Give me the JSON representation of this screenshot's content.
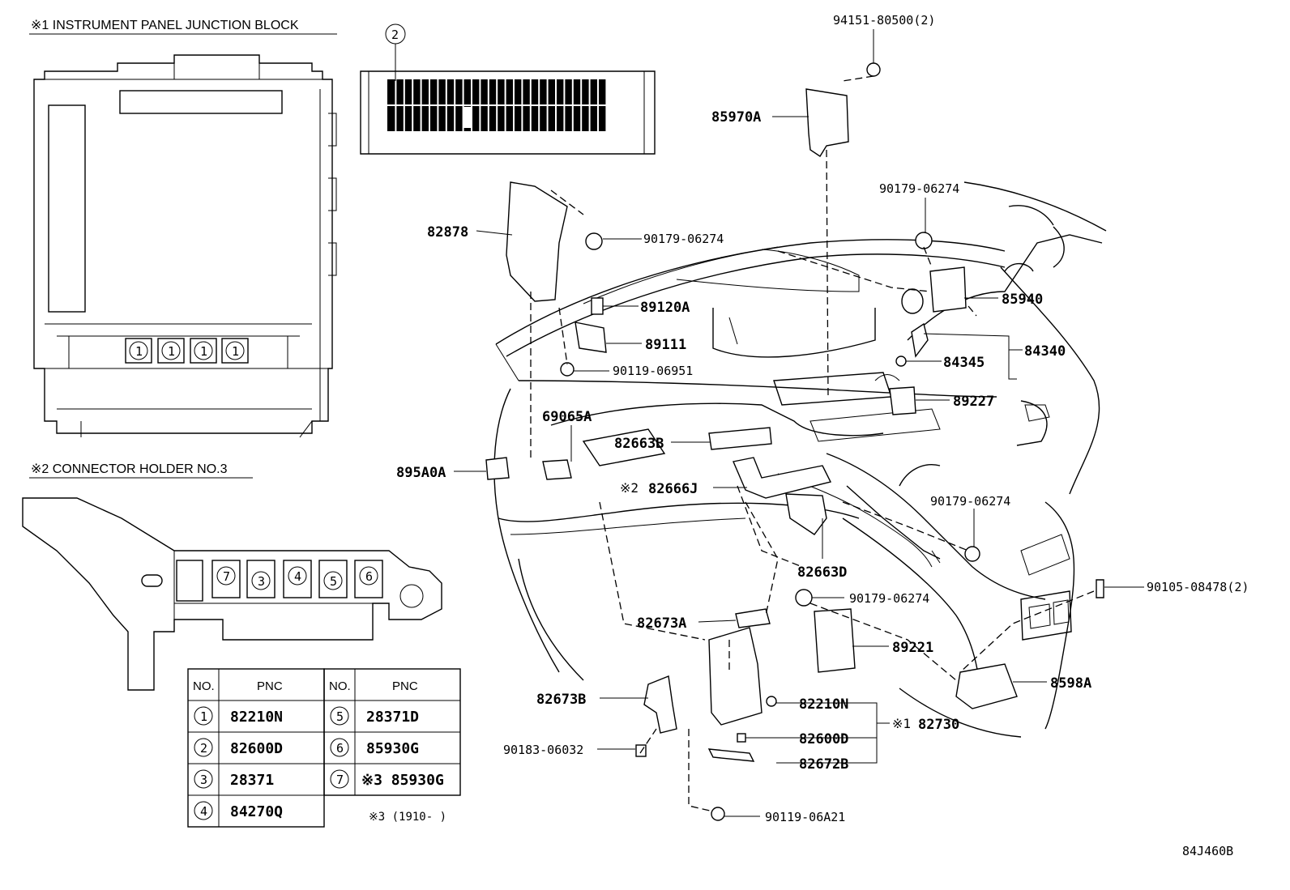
{
  "headers": {
    "junction_block": "※1 INSTRUMENT PANEL JUNCTION BLOCK",
    "connector_holder": "※2 CONNECTOR HOLDER NO.3"
  },
  "callouts": {
    "jb_slot": "1",
    "holder_slot_2": "2",
    "holder_slots": [
      "7",
      "3",
      "4",
      "5",
      "6"
    ]
  },
  "parts": {
    "p94151": "94151-80500(2)",
    "p85970A": "85970A",
    "p90179_a": "90179-06274",
    "p90179_b": "90179-06274",
    "p82878": "82878",
    "p89120A": "89120A",
    "p85940": "85940",
    "p89111": "89111",
    "p84340": "84340",
    "p84345": "84345",
    "p90119_06951": "90119-06951",
    "p89227": "89227",
    "p69065A": "69065A",
    "p82663B": "82663B",
    "p895A0A": "895A0A",
    "p82666J_mark": "※2",
    "p82666J": "82666J",
    "p90179_c": "90179-06274",
    "p82663D": "82663D",
    "p90105": "90105-08478(2)",
    "p90179_d": "90179-06274",
    "p82673A": "82673A",
    "p89221": "89221",
    "p8598A": "8598A",
    "p82673B": "82673B",
    "p82210N": "82210N",
    "p82730_mark": "※1",
    "p82730": "82730",
    "p90183": "90183-06032",
    "p82600D": "82600D",
    "p82672B": "82672B",
    "p90119_06A21": "90119-06A21"
  },
  "table": {
    "col_no": "NO.",
    "col_pnc": "PNC",
    "rows_left": [
      {
        "no": "1",
        "pnc": "82210N"
      },
      {
        "no": "2",
        "pnc": "82600D"
      },
      {
        "no": "3",
        "pnc": "28371"
      },
      {
        "no": "4",
        "pnc": "84270Q"
      }
    ],
    "rows_right": [
      {
        "no": "5",
        "pnc": "28371D"
      },
      {
        "no": "6",
        "pnc": "85930G"
      },
      {
        "no": "7",
        "pnc": "※3 85930G"
      }
    ],
    "footnote": "※3 (1910-     )"
  },
  "figure_code": "84J460B"
}
